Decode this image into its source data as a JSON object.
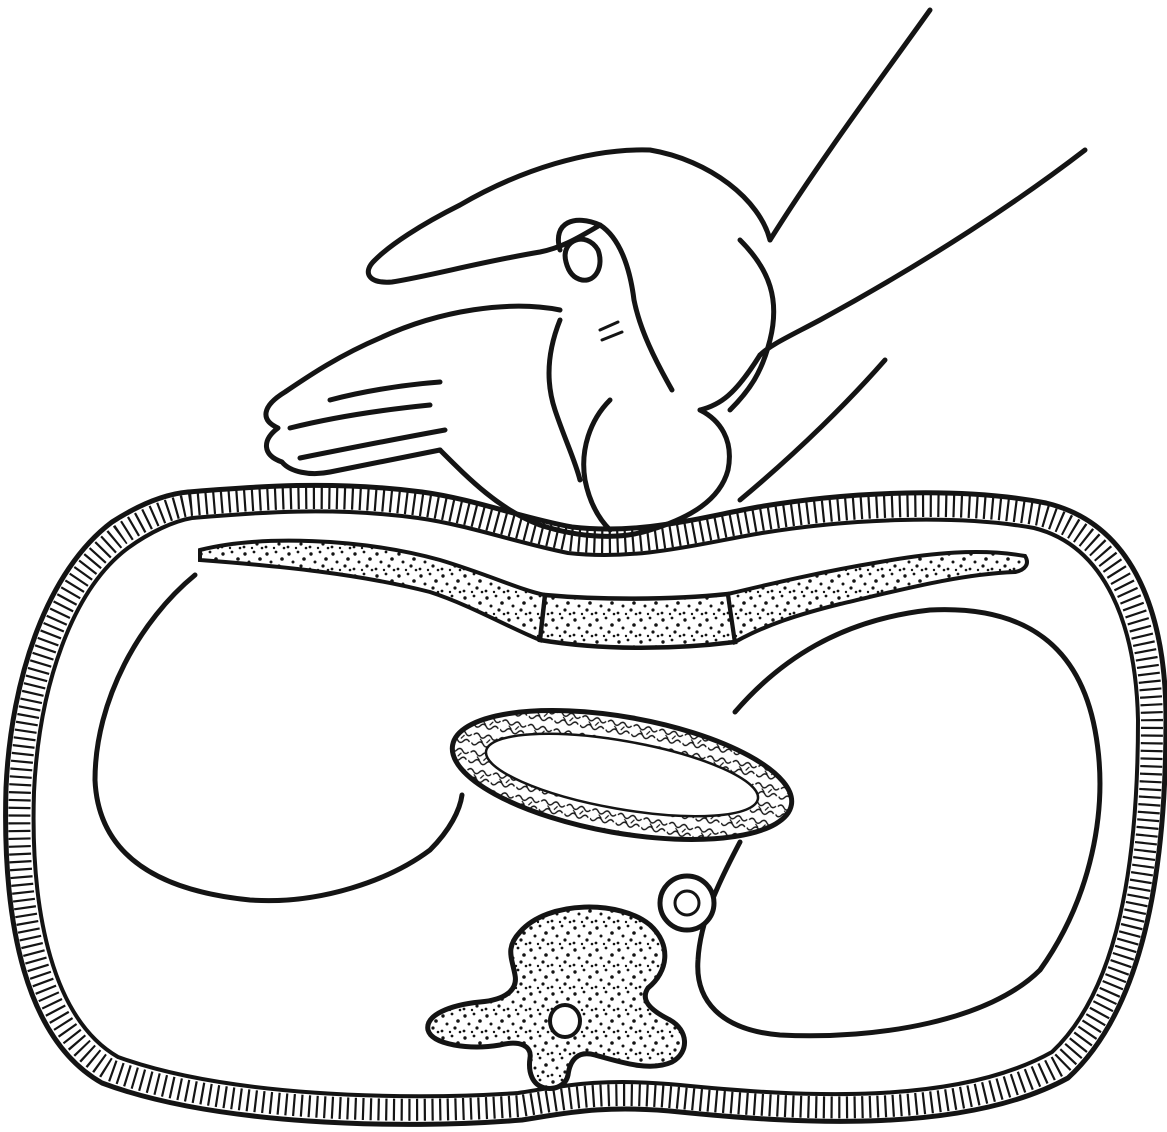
{
  "figure": {
    "description_visible_text": "",
    "style": "black ink line drawing on white",
    "colors": {
      "ink": "#141414",
      "paper": "#ffffff",
      "hatch": "#2a2a2a"
    },
    "parts": [
      "hand-pressing",
      "thorax-cross-section",
      "chest-wall",
      "sternum",
      "costal-cartilage",
      "left-lung",
      "right-lung",
      "heart",
      "aorta",
      "vertebra"
    ]
  }
}
